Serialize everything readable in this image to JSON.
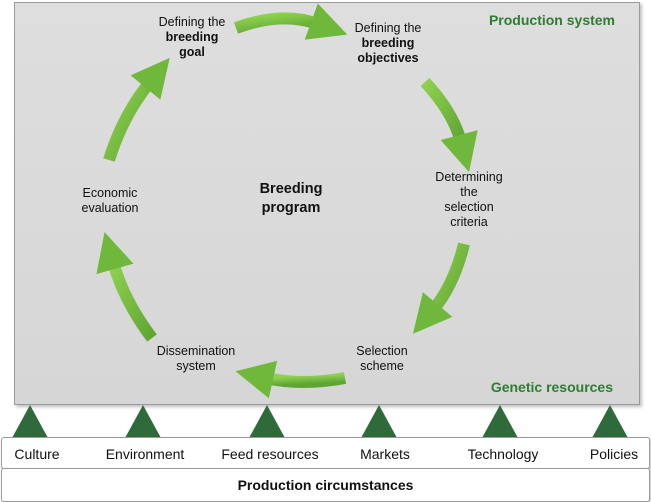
{
  "panel": {
    "top_right_label": "Production system",
    "bottom_right_label": "Genetic resources",
    "center_title_line1": "Breeding",
    "center_title_line2": "program"
  },
  "cycle_steps": {
    "goal": {
      "line1": "Defining the",
      "line2": "breeding",
      "line3": "goal"
    },
    "objectives": {
      "line1": "Defining the",
      "line2": "breeding",
      "line3": "objectives"
    },
    "criteria": {
      "line1": "Determining",
      "line2": "the",
      "line3": "selection",
      "line4": "criteria"
    },
    "selection": {
      "line1": "Selection",
      "line2": "scheme"
    },
    "dissemination": {
      "line1": "Dissemination",
      "line2": "system"
    },
    "economic": {
      "line1": "Economic",
      "line2": "evaluation"
    }
  },
  "factors": [
    "Culture",
    "Environment",
    "Feed resources",
    "Markets",
    "Technology",
    "Policies"
  ],
  "base_label": "Production circumstances",
  "colors": {
    "arrow_green": "#7cc142",
    "arrow_green_dark": "#5a9b2e",
    "triangle_green": "#2f6b3a",
    "label_green": "#2e7d32",
    "panel_gray": "#d9d9d9"
  }
}
